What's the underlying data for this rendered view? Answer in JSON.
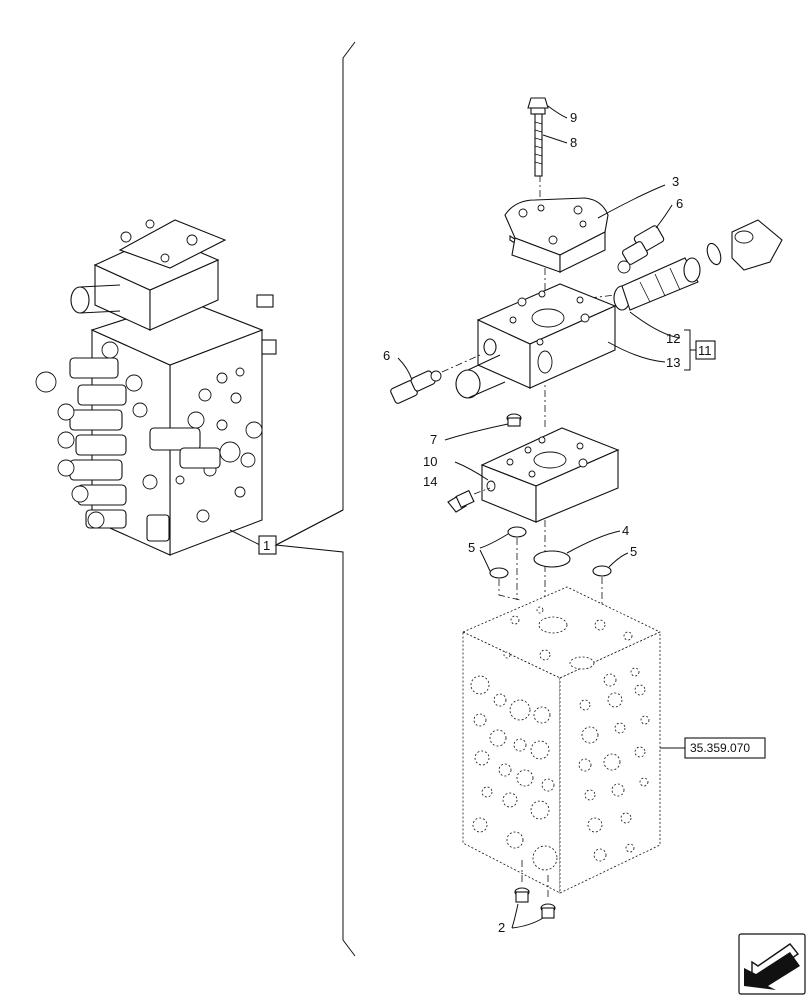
{
  "callouts": {
    "c1": "1",
    "c2": "2",
    "c3": "3",
    "c4": "4",
    "c5a": "5",
    "c5b": "5",
    "c6a": "6",
    "c6b": "6",
    "c7": "7",
    "c8": "8",
    "c9": "9",
    "c10": "10",
    "c11": "11",
    "c12": "12",
    "c13": "13",
    "c14": "14"
  },
  "reference": "35.359.070",
  "nav_icon": "arrow-back-icon"
}
